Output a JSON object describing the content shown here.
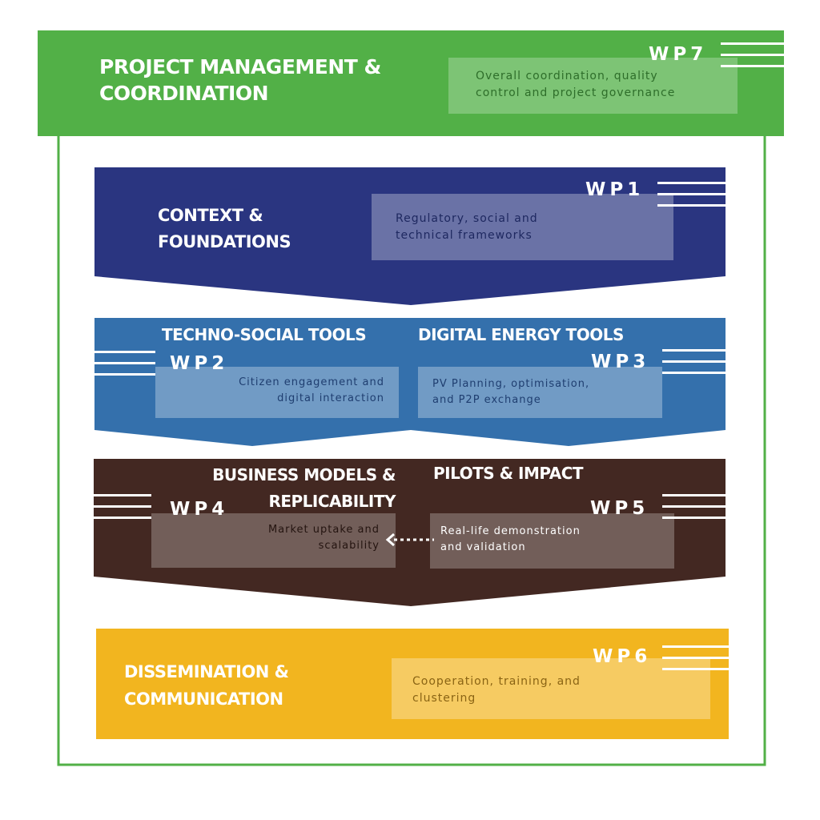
{
  "colors": {
    "green": "#52b047",
    "navy": "#2a3580",
    "blue": "#3470ac",
    "brown": "#432822",
    "yellow": "#f2b51f"
  },
  "wp7": {
    "code": "WP7",
    "title_line1": "PROJECT MANAGEMENT &",
    "title_line2": "COORDINATION",
    "desc_line1": "Overall coordination, quality",
    "desc_line2": "control and project governance"
  },
  "wp1": {
    "code": "WP1",
    "title_line1": "CONTEXT &",
    "title_line2": "FOUNDATIONS",
    "desc_line1": "Regulatory, social and",
    "desc_line2": "technical frameworks"
  },
  "wp2": {
    "code": "WP2",
    "title": "TECHNO-SOCIAL TOOLS",
    "desc_line1": "Citizen engagement and",
    "desc_line2": "digital interaction"
  },
  "wp3": {
    "code": "WP3",
    "title": "DIGITAL ENERGY TOOLS",
    "desc_line1": "PV Planning, optimisation,",
    "desc_line2": "and P2P exchange"
  },
  "wp4": {
    "code": "WP4",
    "title_line1": "BUSINESS MODELS &",
    "title_line2": "REPLICABILITY",
    "desc_line1": "Market uptake and",
    "desc_line2": "scalability"
  },
  "wp5": {
    "code": "WP5",
    "title": "PILOTS & IMPACT",
    "desc_line1": "Real-life demonstration",
    "desc_line2": "and validation"
  },
  "wp6": {
    "code": "WP6",
    "title_line1": "DISSEMINATION &",
    "title_line2": "COMMUNICATION",
    "desc_line1": "Cooperation, training, and",
    "desc_line2": "clustering"
  }
}
